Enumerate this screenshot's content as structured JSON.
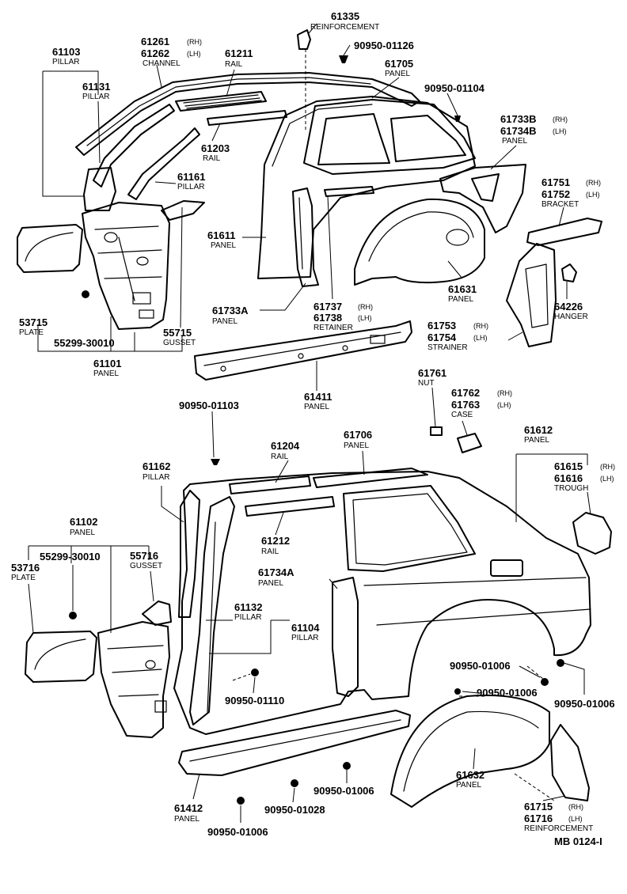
{
  "diagram_code": "MB 0124-I",
  "labels": [
    {
      "id": "61335",
      "num": "61335",
      "name": "REINFORCEMENT",
      "side": ""
    },
    {
      "id": "90950_01126",
      "num": "90950-01126",
      "name": "",
      "side": ""
    },
    {
      "id": "61103",
      "num": "61103",
      "name": "PILLAR",
      "side": ""
    },
    {
      "id": "61261",
      "num": "61261",
      "name": "",
      "side": "(RH)"
    },
    {
      "id": "61262",
      "num": "61262",
      "name": "CHANNEL",
      "side": "(LH)"
    },
    {
      "id": "61211",
      "num": "61211",
      "name": "RAIL",
      "side": ""
    },
    {
      "id": "61705",
      "num": "61705",
      "name": "PANEL",
      "side": ""
    },
    {
      "id": "90950_01104",
      "num": "90950-01104",
      "name": "",
      "side": ""
    },
    {
      "id": "61131",
      "num": "61131",
      "name": "PILLAR",
      "side": ""
    },
    {
      "id": "61733B",
      "num": "61733B",
      "name": "",
      "side": "(RH)"
    },
    {
      "id": "61734B",
      "num": "61734B",
      "name": "PANEL",
      "side": "(LH)"
    },
    {
      "id": "61203",
      "num": "61203",
      "name": "RAIL",
      "side": ""
    },
    {
      "id": "61161",
      "num": "61161",
      "name": "PILLAR",
      "side": ""
    },
    {
      "id": "61751",
      "num": "61751",
      "name": "",
      "side": "(RH)"
    },
    {
      "id": "61752",
      "num": "61752",
      "name": "BRACKET",
      "side": "(LH)"
    },
    {
      "id": "61611",
      "num": "61611",
      "name": "PANEL",
      "side": ""
    },
    {
      "id": "61631",
      "num": "61631",
      "name": "PANEL",
      "side": ""
    },
    {
      "id": "64226",
      "num": "64226",
      "name": "HANGER",
      "side": ""
    },
    {
      "id": "61733A",
      "num": "61733A",
      "name": "PANEL",
      "side": ""
    },
    {
      "id": "61737",
      "num": "61737",
      "name": "",
      "side": "(RH)"
    },
    {
      "id": "61738",
      "num": "61738",
      "name": "RETAINER",
      "side": "(LH)"
    },
    {
      "id": "53715",
      "num": "53715",
      "name": "PLATE",
      "side": ""
    },
    {
      "id": "55715",
      "num": "55715",
      "name": "GUSSET",
      "side": ""
    },
    {
      "id": "55299_30010_a",
      "num": "55299-30010",
      "name": "",
      "side": ""
    },
    {
      "id": "61753",
      "num": "61753",
      "name": "",
      "side": "(RH)"
    },
    {
      "id": "61754",
      "num": "61754",
      "name": "STRAINER",
      "side": "(LH)"
    },
    {
      "id": "61101",
      "num": "61101",
      "name": "PANEL",
      "side": ""
    },
    {
      "id": "61761",
      "num": "61761",
      "name": "NUT",
      "side": ""
    },
    {
      "id": "61411",
      "num": "61411",
      "name": "PANEL",
      "side": ""
    },
    {
      "id": "61762",
      "num": "61762",
      "name": "",
      "side": "(RH)"
    },
    {
      "id": "61763",
      "num": "61763",
      "name": "CASE",
      "side": "(LH)"
    },
    {
      "id": "90950_01103",
      "num": "90950-01103",
      "name": "",
      "side": ""
    },
    {
      "id": "61612",
      "num": "61612",
      "name": "PANEL",
      "side": ""
    },
    {
      "id": "61204",
      "num": "61204",
      "name": "RAIL",
      "side": ""
    },
    {
      "id": "61706",
      "num": "61706",
      "name": "PANEL",
      "side": ""
    },
    {
      "id": "61162",
      "num": "61162",
      "name": "PILLAR",
      "side": ""
    },
    {
      "id": "61615",
      "num": "61615",
      "name": "",
      "side": "(RH)"
    },
    {
      "id": "61616",
      "num": "61616",
      "name": "TROUGH",
      "side": "(LH)"
    },
    {
      "id": "61102",
      "num": "61102",
      "name": "PANEL",
      "side": ""
    },
    {
      "id": "55299_30010_b",
      "num": "55299-30010",
      "name": "",
      "side": ""
    },
    {
      "id": "53716",
      "num": "53716",
      "name": "PLATE",
      "side": ""
    },
    {
      "id": "55716",
      "num": "55716",
      "name": "GUSSET",
      "side": ""
    },
    {
      "id": "61212",
      "num": "61212",
      "name": "RAIL",
      "side": ""
    },
    {
      "id": "61734A",
      "num": "61734A",
      "name": "PANEL",
      "side": ""
    },
    {
      "id": "61132",
      "num": "61132",
      "name": "PILLAR",
      "side": ""
    },
    {
      "id": "61104",
      "num": "61104",
      "name": "PILLAR",
      "side": ""
    },
    {
      "id": "90950_01006_a",
      "num": "90950-01006",
      "name": "",
      "side": ""
    },
    {
      "id": "90950_01006_b",
      "num": "90950-01006",
      "name": "",
      "side": ""
    },
    {
      "id": "90950_01006_c",
      "num": "90950-01006",
      "name": "",
      "side": ""
    },
    {
      "id": "90950_01110",
      "num": "90950-01110",
      "name": "",
      "side": ""
    },
    {
      "id": "61632",
      "num": "61632",
      "name": "PANEL",
      "side": ""
    },
    {
      "id": "90950_01006_d",
      "num": "90950-01006",
      "name": "",
      "side": ""
    },
    {
      "id": "61412",
      "num": "61412",
      "name": "PANEL",
      "side": ""
    },
    {
      "id": "90950_01028",
      "num": "90950-01028",
      "name": "",
      "side": ""
    },
    {
      "id": "61715",
      "num": "61715",
      "name": "",
      "side": "(RH)"
    },
    {
      "id": "61716",
      "num": "61716",
      "name": "REINFORCEMENT",
      "side": "(LH)"
    },
    {
      "id": "90950_01006_e",
      "num": "90950-01006",
      "name": "",
      "side": ""
    }
  ]
}
